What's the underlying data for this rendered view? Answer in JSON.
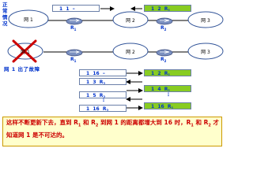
{
  "side_labels": {
    "normal": "正常情况",
    "failure": "网 1 出了故障"
  },
  "networks": {
    "net1": "网 1",
    "net2": "网 2",
    "net3": "网 3"
  },
  "routers": {
    "r1": "R",
    "r1_sub": "1",
    "r2": "R",
    "r2_sub": "2"
  },
  "top_tables": {
    "r1_entry": {
      "dest": "1",
      "dist": "1",
      "next": "–"
    },
    "r2_entry": {
      "dest": "1",
      "dist": "2",
      "next": "R",
      "next_sub": "1"
    }
  },
  "update_rows": {
    "left": [
      {
        "dest": "1",
        "dist": "16",
        "next": "–"
      },
      {
        "dest": "1",
        "dist": "3",
        "next": "R",
        "next_sub": "2"
      },
      {
        "dest": "1",
        "dist": "5",
        "next": "R",
        "next_sub": "2"
      },
      {
        "dest": "1",
        "dist": "16",
        "next": "R",
        "next_sub": "2"
      }
    ],
    "right": [
      {
        "dest": "1",
        "dist": "2",
        "next": "R",
        "next_sub": "1"
      },
      {
        "dest": "1",
        "dist": "4",
        "next": "R",
        "next_sub": "1"
      },
      {
        "dest": "1",
        "dist": "16",
        "next": "R",
        "next_sub": "1"
      }
    ],
    "ellipsis": "⋮"
  },
  "caption": {
    "part1": "这样不断更新下去，直到 R",
    "sub1": "1",
    "part2": " 和 R",
    "sub2": "2",
    "part3": " 到网 1 的距离都增大到 16 时，R",
    "sub3": "1",
    "part4": " 和 R",
    "sub4": "2",
    "part5": " 才知道网 1 是不可达的。"
  },
  "colors": {
    "side_label": "#0033cc",
    "caption_text": "#cc0000",
    "caption_bg": "#ffffcc",
    "cloud_fill": "#ffffff",
    "cloud_border": "#335599",
    "router_fill": "#7b90c0",
    "green_cell": "#88cc22",
    "cross": "#cc0000",
    "arrow": "#000000"
  }
}
